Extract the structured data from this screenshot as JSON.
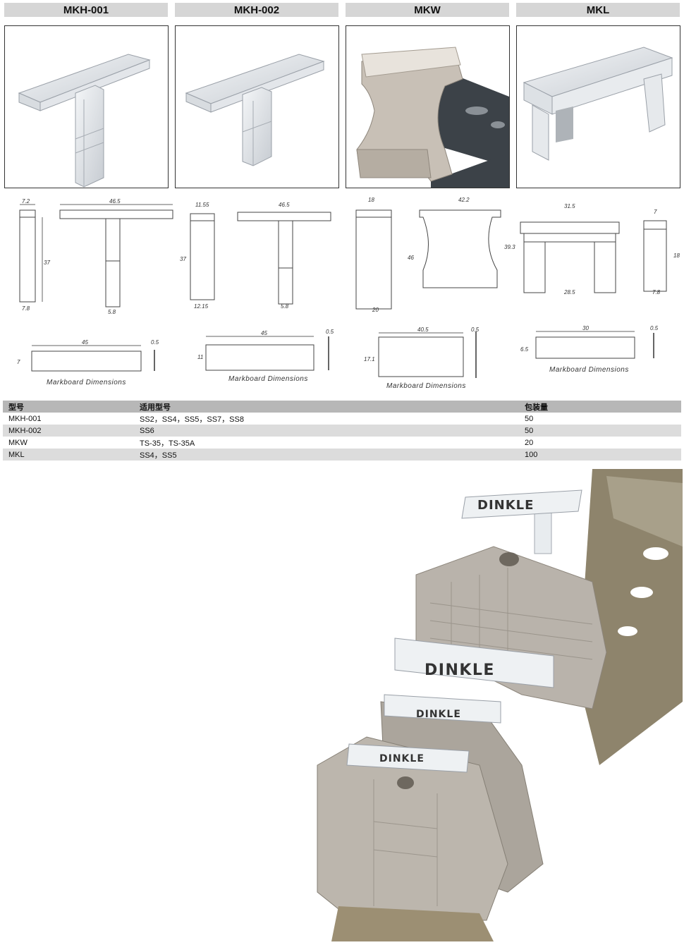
{
  "models": [
    {
      "name": "MKH-001"
    },
    {
      "name": "MKH-002"
    },
    {
      "name": "MKW"
    },
    {
      "name": "MKL"
    }
  ],
  "dims": {
    "mkh001": {
      "w_side": "7.2",
      "w_top": "46.5",
      "h": "37",
      "b_side": "7.8",
      "b_mid": "5.8"
    },
    "mkh002": {
      "w_side": "11.55",
      "w_top": "46.5",
      "h": "37",
      "b_side": "12.15",
      "b_mid": "5.8"
    },
    "mkw": {
      "w_side": "18",
      "w_top": "42.2",
      "h_side": "46",
      "h_front": "39.3",
      "b_side": "20"
    },
    "mkl": {
      "w_top": "31.5",
      "b_top": "28.5",
      "w_side": "7",
      "h_side": "18",
      "b_side": "7.8"
    }
  },
  "markboards": [
    {
      "w": "45",
      "h": "7",
      "t": "0.5"
    },
    {
      "w": "45",
      "h": "11",
      "t": "0.5"
    },
    {
      "w": "40.5",
      "h": "17.1",
      "t": "0.5"
    },
    {
      "w": "30",
      "h": "6.5",
      "t": "0.5"
    }
  ],
  "markboard_caption": "Markboard Dimensions",
  "table": {
    "headers": [
      "型号",
      "适用型号",
      "包装量"
    ],
    "rows": [
      [
        "MKH-001",
        "SS2，SS4，SS5，SS7，SS8",
        "50"
      ],
      [
        "MKH-002",
        "SS6",
        "50"
      ],
      [
        "MKW",
        "TS-35，TS-35A",
        "20"
      ],
      [
        "MKL",
        "SS4，SS5",
        "100"
      ]
    ]
  },
  "brand": "DINKLE",
  "colors": {
    "header_bg": "#d6d6d6",
    "table_head": "#b7b7b7",
    "table_alt": "#dcdcdc",
    "terminal": "#b9b3ab",
    "rail": "#9c8f73"
  }
}
